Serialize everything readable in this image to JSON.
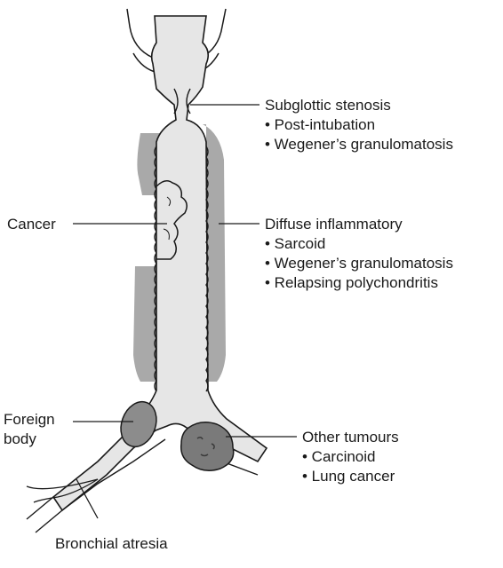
{
  "labels": {
    "subglottic": {
      "title": "Subglottic stenosis",
      "items": [
        "• Post-intubation",
        "• Wegener’s granulomatosis"
      ]
    },
    "cancer": {
      "title": "Cancer"
    },
    "diffuse": {
      "title": "Diffuse inflammatory",
      "items": [
        "• Sarcoid",
        "• Wegener’s granulomatosis",
        "• Relapsing polychondritis"
      ]
    },
    "foreign": {
      "line1": "Foreign",
      "line2": "body"
    },
    "tumours": {
      "title": "Other tumours",
      "items": [
        "• Carcinoid",
        "• Lung cancer"
      ]
    },
    "atresia": {
      "title": "Bronchial atresia"
    }
  },
  "colors": {
    "airway_fill": "#e6e6e6",
    "inflamed_wall": "#a9a9a9",
    "outline": "#1a1a1a",
    "foreign_body": "#8c8c8c",
    "tumour": "#7a7a7a"
  }
}
